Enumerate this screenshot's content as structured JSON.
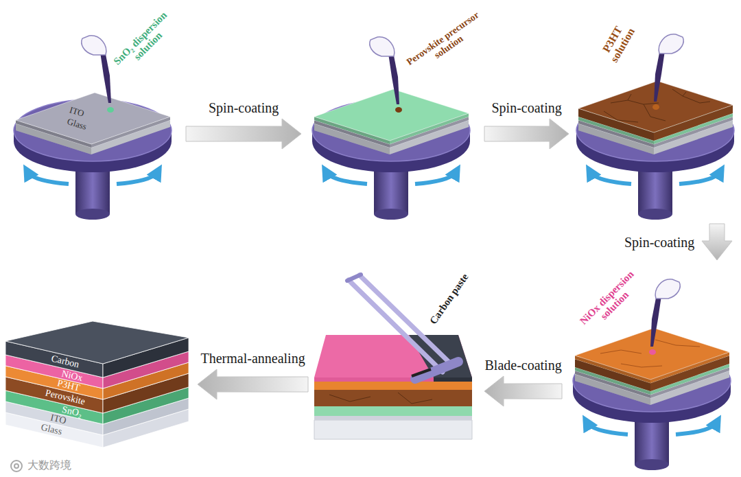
{
  "diagram": {
    "nodes": [
      {
        "text": [
          "SnO₂ dispersion solution",
          "ITO",
          "Glass"
        ]
      },
      {
        "text": [
          "Perovskite precursor solution"
        ]
      },
      {
        "text": [
          "P3HT solution"
        ]
      },
      {
        "text": [
          "NiOx dispersion solution"
        ]
      },
      {
        "text": [
          "Carbon paste"
        ]
      },
      {
        "text": [
          "Carbon",
          "NiOx",
          "P3HT",
          "Perovskite",
          "SnO₂",
          "ITO",
          "Glass"
        ]
      }
    ],
    "edges": [
      {
        "from": 0,
        "to": 1,
        "label": "Spin-coating",
        "arrow": "to"
      },
      {
        "from": 1,
        "to": 2,
        "label": "Spin-coating",
        "arrow": "to"
      },
      {
        "from": 2,
        "to": 3,
        "label": "Spin-coating",
        "arrow": "to"
      },
      {
        "from": 3,
        "to": 4,
        "label": "Blade-coating",
        "arrow": "to"
      },
      {
        "from": 4,
        "to": 5,
        "label": "Thermal-annealing",
        "arrow": "to"
      }
    ],
    "labels": [
      "大数跨境"
    ]
  }
}
